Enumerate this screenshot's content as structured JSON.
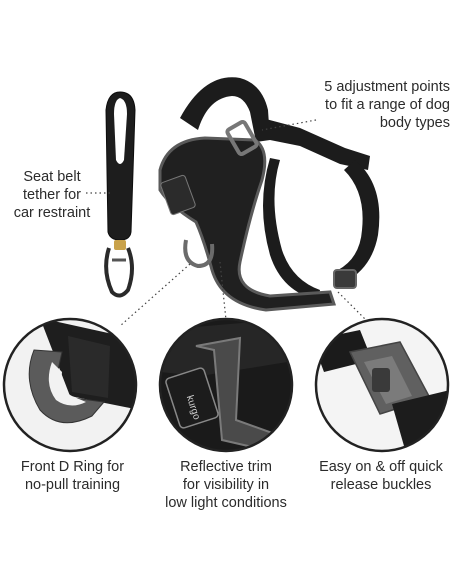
{
  "callouts": {
    "adjustment": [
      "5 adjustment points",
      "to fit a range of dog",
      "body types"
    ],
    "tether": [
      "Seat belt",
      "tether for",
      "car restraint"
    ],
    "d_ring": [
      "Front D Ring for",
      "no-pull training"
    ],
    "trim": [
      "Reflective trim",
      "for visibility in",
      "low light conditions"
    ],
    "buckle": [
      "Easy on & off quick",
      "release buckles"
    ]
  },
  "logo_text": "kurgo",
  "colors": {
    "strap": "#1b1b1b",
    "trim": "#5a5a5a",
    "hardware": "#6b6b6b",
    "circle_border": "#222222"
  }
}
